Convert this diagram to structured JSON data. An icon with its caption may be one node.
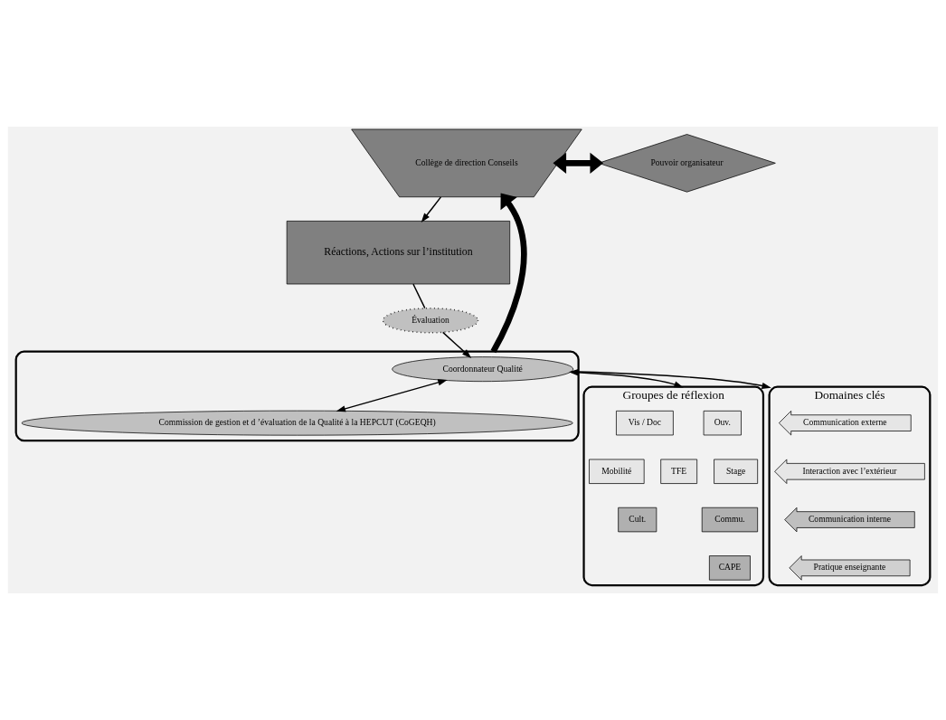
{
  "diagram": {
    "nodes": [
      {
        "text": [
          "Collège de direction Conseils"
        ]
      },
      {
        "text": [
          "Pouvoir organisateur"
        ]
      },
      {
        "text": [
          "Réactions, Actions sur l’institution"
        ]
      },
      {
        "text": [],
        "shape": "ellipse"
      },
      {
        "text": [
          "Coordonnateur Qualité"
        ],
        "in": 3
      },
      {
        "text": [
          "Commission de gestion et d ’évaluation de la Qualité à la HEPCUT (CoGEQH)"
        ],
        "in": 3
      },
      {
        "text": [
          "Groupes de réflexion"
        ]
      },
      {
        "text": [
          "Ouv."
        ],
        "in": 6
      },
      {
        "text": [
          "Vis / Doc"
        ],
        "in": 6
      },
      {
        "text": [
          "Stage"
        ],
        "in": 6
      },
      {
        "text": [
          "TFE"
        ],
        "in": 6
      },
      {
        "text": [
          "Mobilité"
        ],
        "in": 6
      },
      {
        "text": [
          "Commu."
        ],
        "in": 6
      },
      {
        "text": [
          "Cult."
        ],
        "in": 6
      },
      {
        "text": [
          "CAPE"
        ],
        "in": 6
      },
      {
        "text": [
          "Domaines clés"
        ]
      },
      {
        "text": [
          "Communication externe"
        ],
        "in": 15
      },
      {
        "text": [
          "Interaction avec l’extérieur"
        ],
        "in": 15
      },
      {
        "text": [
          "Communication interne"
        ],
        "in": 15
      },
      {
        "text": [
          "Pratique enseignante"
        ],
        "in": 15
      },
      {
        "text": [
          "Évaluation"
        ]
      }
    ],
    "edges": [
      {
        "from": 3,
        "to": 0,
        "arrow": "to",
        "style": "thick"
      },
      {
        "from": 0,
        "to": 1,
        "arrow": "both",
        "style": "thick"
      },
      {
        "from": 0,
        "to": 2,
        "arrow": "to"
      },
      {
        "from": 4,
        "to": 5,
        "arrow": "both"
      },
      {
        "from": 4,
        "to": 6,
        "arrow": "both"
      },
      {
        "from": 3,
        "to": 15,
        "arrow": "to"
      },
      {
        "from": 2,
        "to": 20,
        "arrow": "none"
      },
      {
        "from": 20,
        "to": 4,
        "arrow": "to"
      }
    ]
  }
}
